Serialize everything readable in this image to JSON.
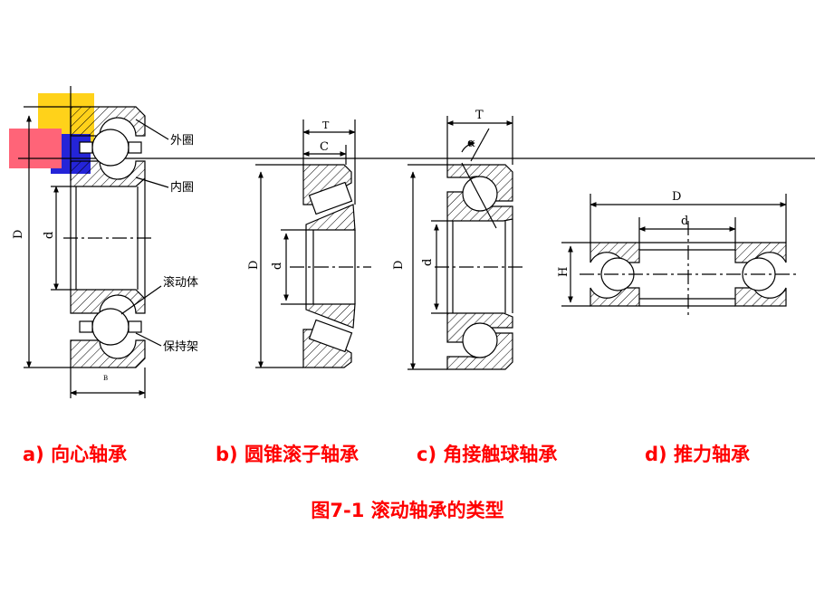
{
  "colors": {
    "accent_red": "#ff0000",
    "deco_yellow": "#ffd21a",
    "deco_blue": "#2424d8",
    "deco_pink": "#ff6478",
    "line": "#000000"
  },
  "diagram": {
    "deep_groove": {
      "label_outer_ring": "外圈",
      "label_inner_ring": "内圈",
      "label_rolling_element": "滚动体",
      "label_cage": "保持架",
      "dim_D": "D",
      "dim_d": "d",
      "dim_B": "B"
    },
    "tapered": {
      "dim_T": "T",
      "dim_C": "C",
      "dim_D": "D",
      "dim_d": "d"
    },
    "angular": {
      "dim_T": "T",
      "dim_alpha": "α",
      "dim_D": "D",
      "dim_d": "d"
    },
    "thrust": {
      "dim_D": "D",
      "dim_d": "d",
      "dim_H": "H"
    }
  },
  "captions": [
    "a) 向心轴承",
    "b) 圆锥滚子轴承",
    "c) 角接触球轴承",
    "d) 推力轴承"
  ],
  "figure_title": "图7-1 滚动轴承的类型"
}
